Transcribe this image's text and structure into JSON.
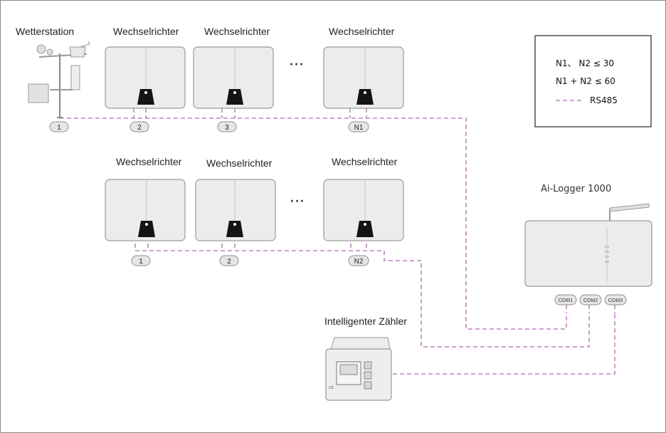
{
  "labels": {
    "weather_station": "Wetterstation",
    "inverter": "Wechselrichter",
    "logger": "Ai-Logger 1000",
    "meter": "Intelligenter Zähler",
    "ellipsis": "···"
  },
  "badges_row1": [
    "1",
    "2",
    "3",
    "N1"
  ],
  "badges_row2": [
    "1",
    "2",
    "N2"
  ],
  "com_ports": [
    "COM1",
    "COM2",
    "COM3"
  ],
  "legend": {
    "line1": "N1、 N2 ≤ 30",
    "line2": "N1 + N2 ≤ 60",
    "line3": "RS485",
    "line_color": "#b06ab3"
  }
}
